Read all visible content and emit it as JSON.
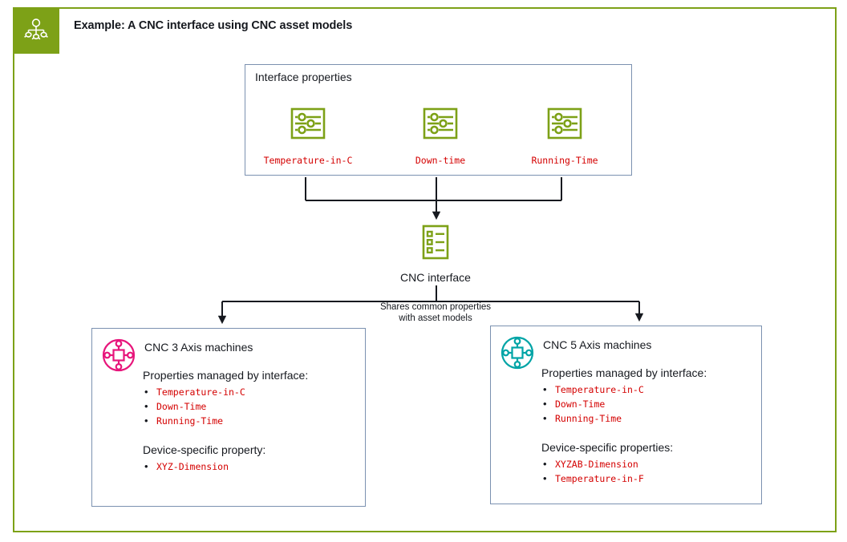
{
  "diagram": {
    "title": "Example: A CNC interface using CNC asset models",
    "badge_icon": "asset-hierarchy-icon",
    "colors": {
      "brand_green": "#7DA117",
      "box_border": "#7B91B0",
      "property_red": "#D40000",
      "text": "#16191F",
      "connector": "#16191F",
      "asset_left_accent": "#E7157B",
      "asset_right_accent": "#00A4A6"
    }
  },
  "interface_properties": {
    "title": "Interface properties",
    "properties": [
      {
        "label": "Temperature-in-C",
        "icon": "property-sliders-icon"
      },
      {
        "label": "Down-time",
        "icon": "property-sliders-icon"
      },
      {
        "label": "Running-Time",
        "icon": "property-sliders-icon"
      }
    ]
  },
  "cnc_interface": {
    "label": "CNC interface",
    "icon": "interface-list-icon"
  },
  "connector_caption": {
    "line1": "Shares common properties",
    "line2": "with asset models"
  },
  "asset_models": [
    {
      "heading": "CNC 3 Axis machines",
      "icon": "asset-model-icon",
      "accent": "#E7157B",
      "managed_title": "Properties managed by interface:",
      "managed_properties": [
        "Temperature-in-C",
        "Down-Time",
        "Running-Time"
      ],
      "specific_title": "Device-specific property:",
      "specific_properties": [
        "XYZ-Dimension"
      ]
    },
    {
      "heading": "CNC 5 Axis machines",
      "icon": "asset-model-icon",
      "accent": "#00A4A6",
      "managed_title": "Properties managed by interface:",
      "managed_properties": [
        "Temperature-in-C",
        "Down-Time",
        "Running-Time"
      ],
      "specific_title": "Device-specific properties:",
      "specific_properties": [
        "XYZAB-Dimension",
        "Temperature-in-F"
      ]
    }
  ]
}
